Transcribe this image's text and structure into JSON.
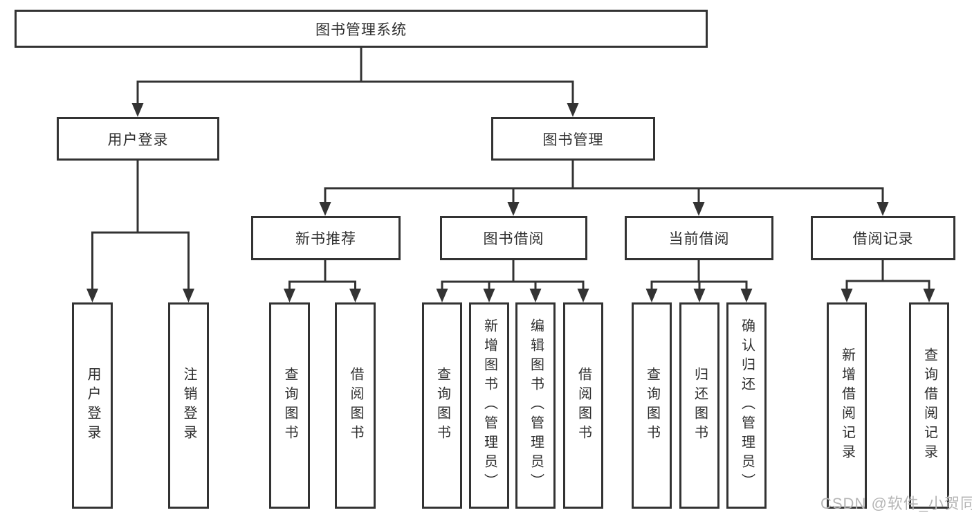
{
  "tree": {
    "root": {
      "label": "图书管理系统"
    },
    "branches": [
      {
        "label": "用户登录",
        "leaves": [
          "用户登录",
          "注销登录"
        ]
      },
      {
        "label": "图书管理",
        "sections": [
          {
            "label": "新书推荐",
            "leaves": [
              "查询图书",
              "借阅图书"
            ]
          },
          {
            "label": "图书借阅",
            "leaves": [
              "查询图书",
              "新增图书（管理员）",
              "编辑图书（管理员）",
              "借阅图书"
            ]
          },
          {
            "label": "当前借阅",
            "leaves": [
              "查询图书",
              "归还图书",
              "确认归还（管理员）"
            ]
          },
          {
            "label": "借阅记录",
            "leaves": [
              "新增借阅记录",
              "查询借阅记录"
            ]
          }
        ]
      }
    ]
  },
  "watermark": "CSDN @软件_小贺同学",
  "colors": {
    "line": "#333333",
    "text": "#2e2e2e",
    "watermark": "#b5b5b5",
    "background": "#ffffff"
  }
}
